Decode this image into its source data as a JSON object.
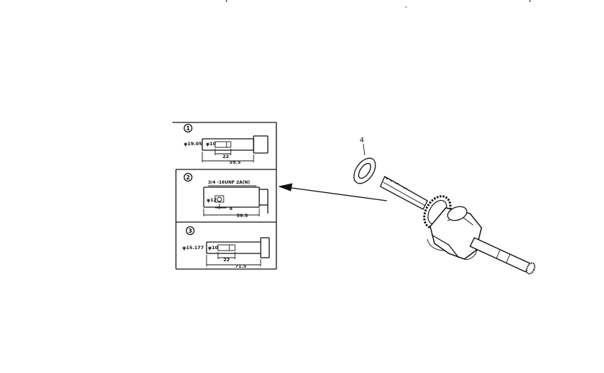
{
  "diagram": {
    "part_callout": "4",
    "variants": [
      {
        "number": "1",
        "outer_diameter": "φ19.05",
        "inner_diameter": "φ10",
        "dim_inner": "22",
        "dim_total": "59.5"
      },
      {
        "number": "2",
        "thread_note": "3/4 -16UNF 2A(N)",
        "inner_diameter": "φ12",
        "dim_inner": "8",
        "dim_total": "59.5"
      },
      {
        "number": "3",
        "outer_diameter": "φ15.177",
        "inner_diameter": "φ10",
        "dim_inner": "22",
        "dim_total": "71.5"
      }
    ]
  }
}
